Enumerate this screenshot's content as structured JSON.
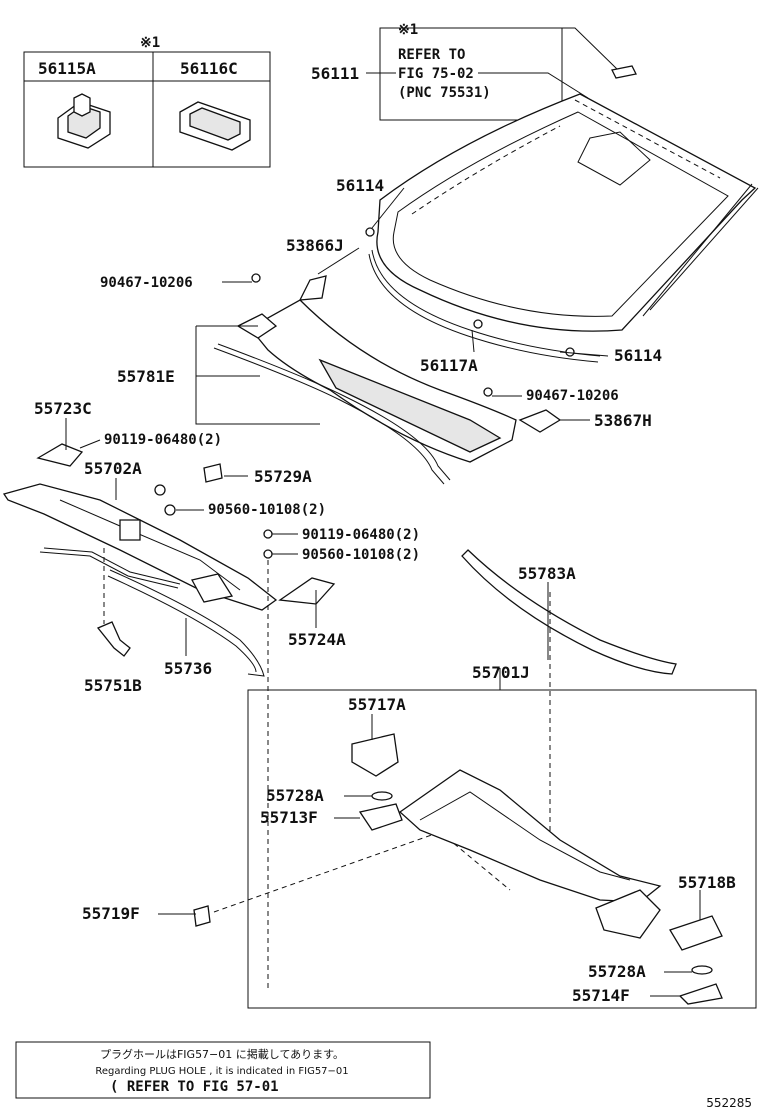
{
  "inset": {
    "mark": "※1",
    "col1": "56115A",
    "col2": "56116C"
  },
  "reference": {
    "mark": "※1",
    "part": "56111",
    "line1": "REFER TO",
    "line2": "FIG 75-02",
    "line3": "(PNC 75531)"
  },
  "labels": {
    "p56114a": "56114",
    "p53866J": "53866J",
    "p90467a": "90467-10206",
    "p56117A": "56117A",
    "p56114b": "56114",
    "p55781E": "55781E",
    "p90467b": "90467-10206",
    "p53867H": "53867H",
    "p55723C": "55723C",
    "p90119a": "90119-06480(2)",
    "p55702A": "55702A",
    "p55729A": "55729A",
    "p90560a": "90560-10108(2)",
    "p90119b": "90119-06480(2)",
    "p90560b": "90560-10108(2)",
    "p55783A": "55783A",
    "p55724A": "55724A",
    "p55736": "55736",
    "p55751B": "55751B",
    "p55701J": "55701J",
    "p55717A": "55717A",
    "p55728A1": "55728A",
    "p55713F": "55713F",
    "p55718B": "55718B",
    "p55719F": "55719F",
    "p55728A2": "55728A",
    "p55714F": "55714F"
  },
  "note": {
    "japanese": "プラグホールはFIG57−01 に掲載してあります。",
    "english": "Regarding PLUG HOLE , it is indicated in FIG57−01",
    "refer": "( REFER TO FIG 57-01"
  },
  "figure_number": "552285"
}
